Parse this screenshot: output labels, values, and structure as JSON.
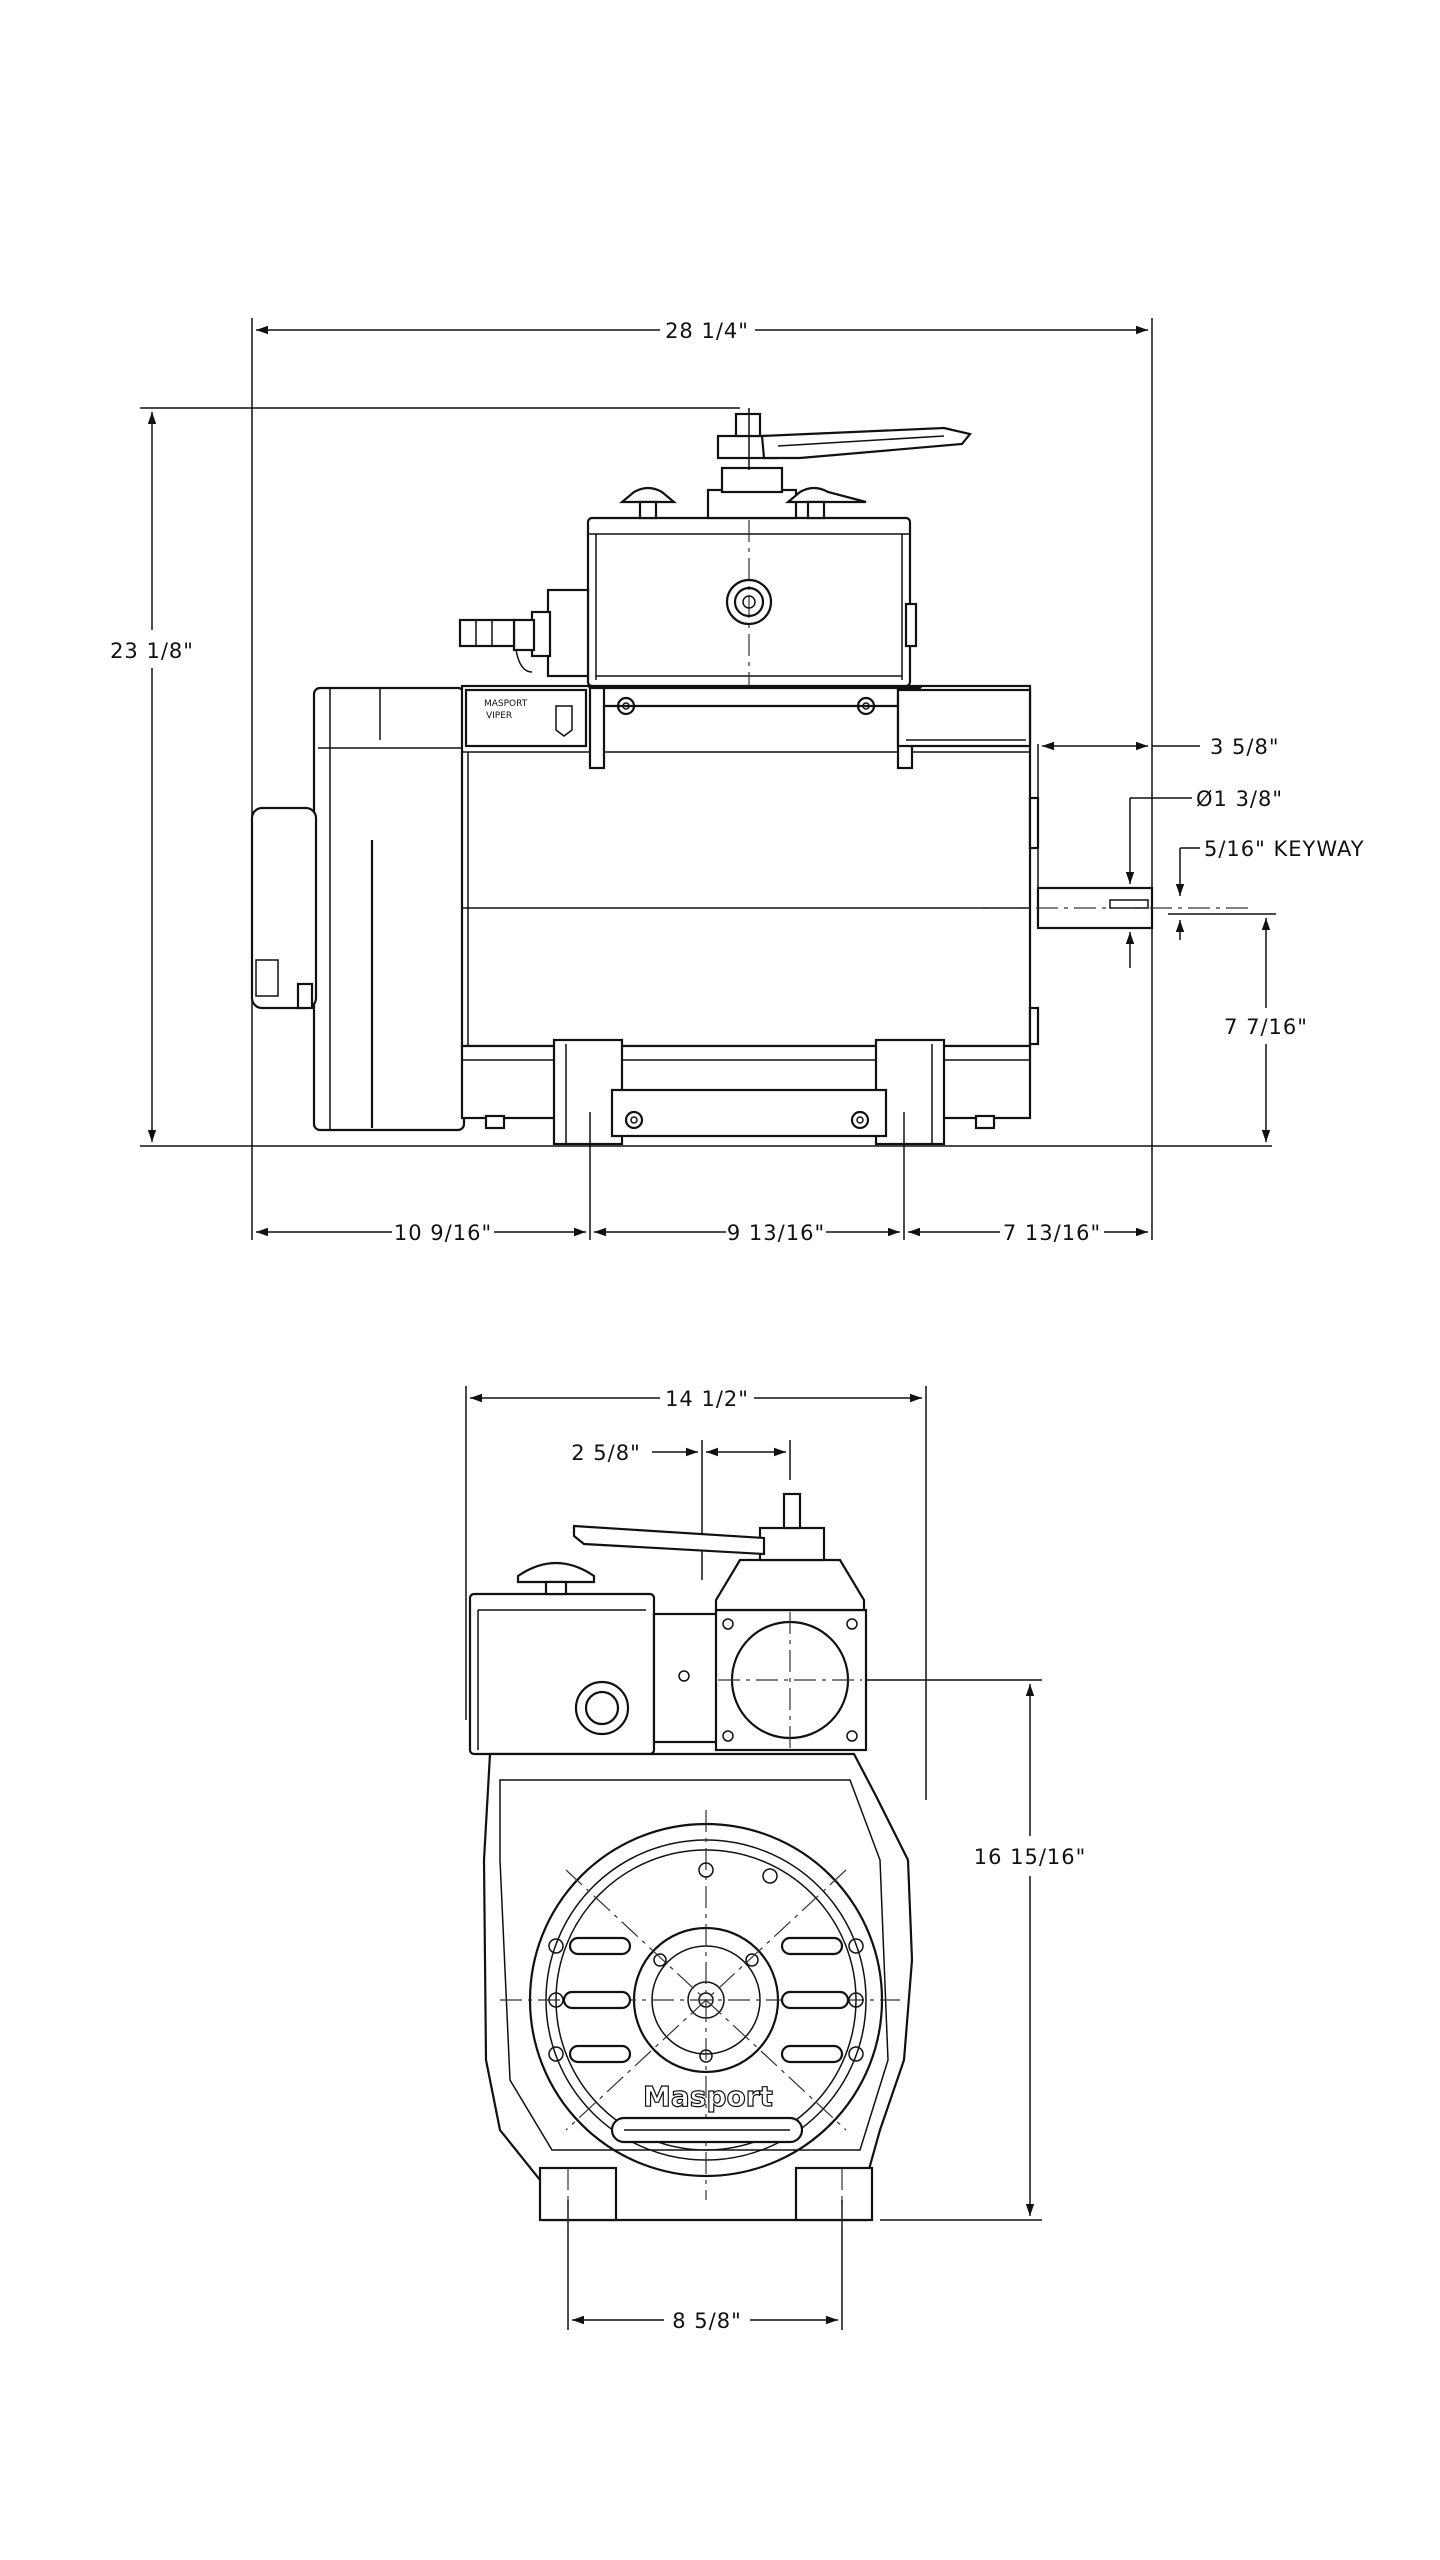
{
  "side_view": {
    "overall_length": "28 1/4\"",
    "overall_height": "23 1/8\"",
    "shaft_extension": "3 5/8\"",
    "shaft_diameter": "Ø1 3/8\"",
    "keyway": "5/16\" KEYWAY",
    "shaft_height": "7 7/16\"",
    "base_dim_1": "10 9/16\"",
    "base_dim_2": "9 13/16\"",
    "base_dim_3": "7 13/16\""
  },
  "end_view": {
    "overall_width": "14 1/2\"",
    "offset": "2 5/8\"",
    "height": "16 15/16\"",
    "foot_spacing": "8 5/8\"",
    "brand": "Masport"
  }
}
